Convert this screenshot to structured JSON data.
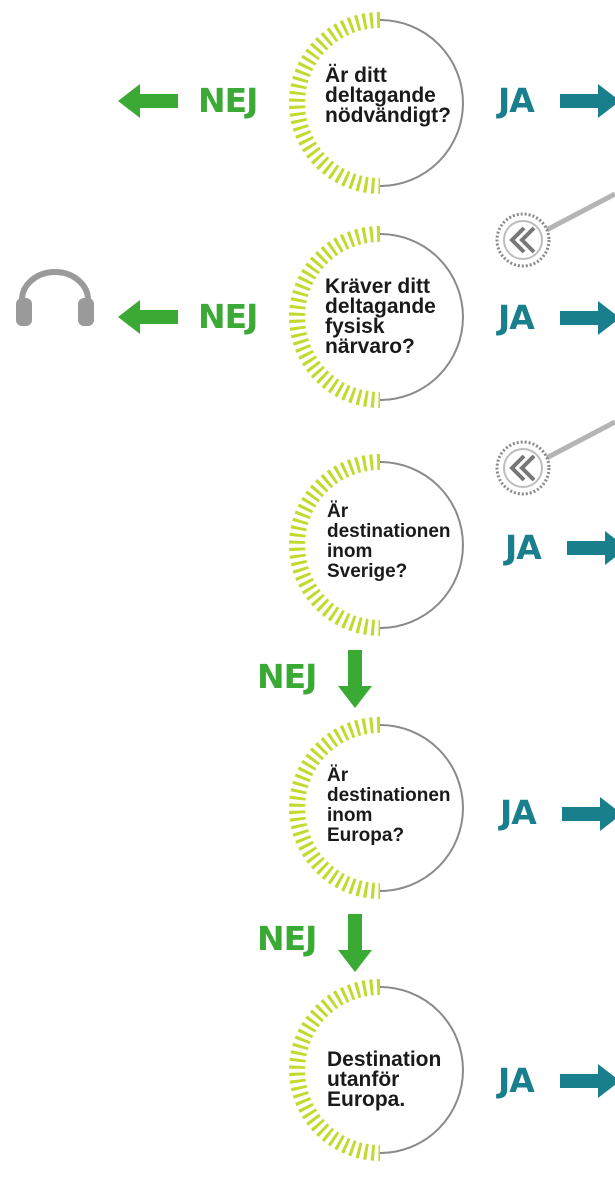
{
  "colors": {
    "no_green": "#3aaa35",
    "yes_teal": "#1a7f8c",
    "ring_lime": "#c4d92e",
    "ring_arc": "#8a8a8a",
    "icon_gray": "#9a9a9a"
  },
  "nodes": [
    {
      "question": "Är ditt\ndeltagande\nnödvändigt?",
      "no_label": "NEJ",
      "yes_label": "JA"
    },
    {
      "question": "Kräver ditt\ndeltagande\nfysisk\nnärvaro?",
      "no_label": "NEJ",
      "yes_label": "JA"
    },
    {
      "question": "Är\ndestinationen\ninom\nSverige?",
      "no_label": "NEJ",
      "yes_label": "JA"
    },
    {
      "question": "Är\ndestinationen\ninom\nEuropa?",
      "no_label": "NEJ",
      "yes_label": "JA"
    },
    {
      "question": "Destination\nutanför\nEuropa.",
      "yes_label": "JA"
    }
  ],
  "icons": {
    "headphones": "headphones-icon",
    "rewind": "rewind-badge-icon"
  }
}
